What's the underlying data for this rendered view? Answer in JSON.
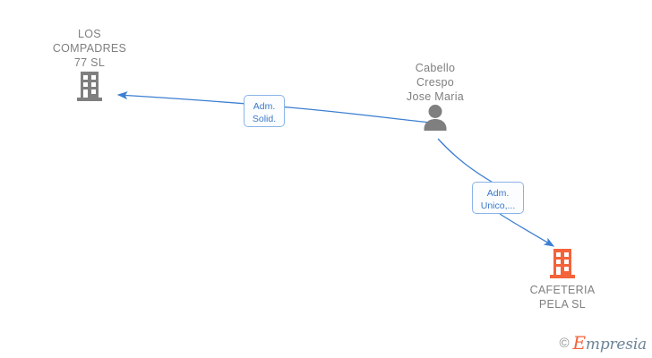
{
  "diagram": {
    "type": "relationship-graph",
    "background": "#ffffff",
    "colors": {
      "company_gray": "#7f7f7f",
      "company_orange": "#f4633a",
      "person_gray": "#7f7f7f",
      "edge_blue": "#3d7fd1",
      "label_border": "#8ab4e8",
      "label_text": "#3b78c8",
      "node_text": "#7f7f7f"
    },
    "nodes": [
      {
        "id": "los-compadres",
        "kind": "company",
        "icon": "building-icon",
        "icon_color": "#7f7f7f",
        "label": "LOS\nCOMPADRES\n77  SL",
        "label_position": "above"
      },
      {
        "id": "person",
        "kind": "person",
        "icon": "person-icon",
        "icon_color": "#7f7f7f",
        "label": "Cabello\nCrespo\nJose Maria",
        "label_position": "above"
      },
      {
        "id": "cafeteria-pela",
        "kind": "company",
        "icon": "building-icon",
        "icon_color": "#f4633a",
        "label": "CAFETERIA\nPELA  SL",
        "label_position": "below"
      }
    ],
    "edges": [
      {
        "id": "edge-adm-solid",
        "from": "person",
        "to": "los-compadres",
        "label": "Adm.\nSolid.",
        "direction": "to-company",
        "color": "#3d7fd1"
      },
      {
        "id": "edge-adm-unico",
        "from": "person",
        "to": "cafeteria-pela",
        "label": "Adm.\nUnico,...",
        "direction": "to-company",
        "color": "#3d7fd1"
      }
    ]
  },
  "watermark": {
    "copyright": "©",
    "brand_initial": "E",
    "brand_rest": "mpresia"
  }
}
